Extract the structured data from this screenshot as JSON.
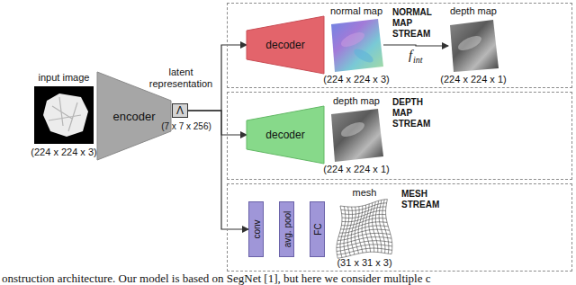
{
  "diagram": {
    "caption": "onstruction architecture. Our model is based on SegNet [1], but here we consider multiple c",
    "nodes": [
      {
        "text": [
          "input image",
          "(224 x 224 x 3)"
        ]
      },
      {
        "text": [
          "encoder"
        ]
      },
      {
        "text": [
          "Λ",
          "latent representation",
          "(7 x 7 x 256)"
        ]
      },
      {
        "text": [
          "NORMAL MAP STREAM"
        ]
      },
      {
        "text": [
          "decoder"
        ],
        "in": 3
      },
      {
        "text": [
          "normal map",
          "(224 x 224 x 3)"
        ],
        "in": 3
      },
      {
        "text": [
          "depth map",
          "(224 x 224 x 1)"
        ],
        "in": 3
      },
      {
        "text": [
          "DEPTH MAP STREAM"
        ]
      },
      {
        "text": [
          "decoder"
        ],
        "in": 7
      },
      {
        "text": [
          "depth map",
          "(224 x 224 x 1)"
        ],
        "in": 7
      },
      {
        "text": [
          "MESH STREAM"
        ]
      },
      {
        "text": [
          "conv"
        ],
        "in": 10
      },
      {
        "text": [
          "avg. pool"
        ],
        "in": 10
      },
      {
        "text": [
          "FC"
        ],
        "in": 10
      },
      {
        "text": [
          "mesh",
          "(31 x 31 x 3)"
        ],
        "in": 10
      }
    ],
    "edges": [
      {
        "from": 2,
        "to": 4,
        "arrow": "to"
      },
      {
        "from": 2,
        "to": 8,
        "arrow": "to"
      },
      {
        "from": 2,
        "to": 11,
        "arrow": "to"
      },
      {
        "from": 5,
        "to": 6,
        "arrow": "to",
        "label": "f"
      }
    ],
    "labels": [
      "int"
    ]
  }
}
